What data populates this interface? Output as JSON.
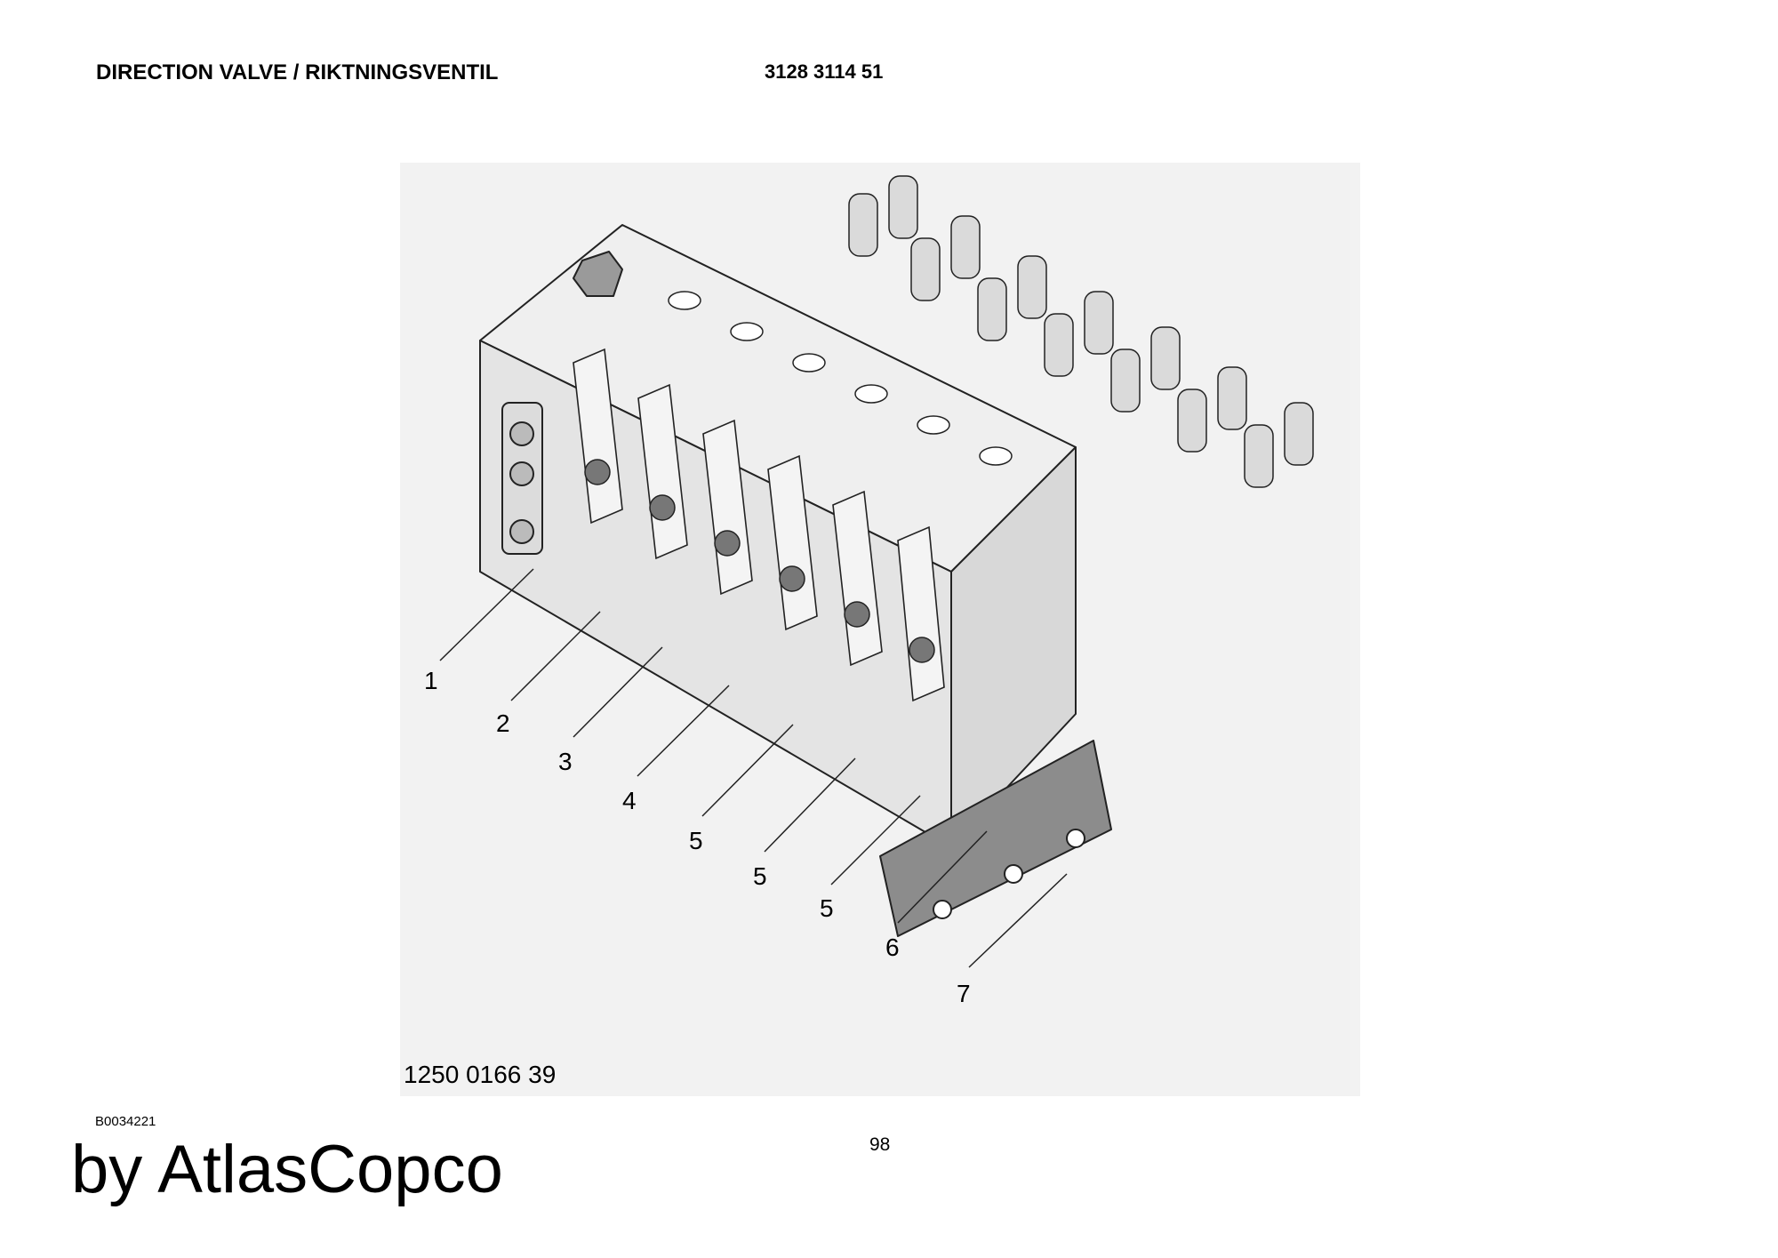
{
  "header": {
    "title": "DIRECTION VALVE / RIKTNINGSVENTIL",
    "part_number": "3128 3114 51"
  },
  "figure": {
    "drawing_number": "1250 0166 39",
    "callouts": [
      "1",
      "2",
      "3",
      "4",
      "5",
      "5",
      "5",
      "6",
      "7"
    ]
  },
  "footer": {
    "reference_code": "B0034221",
    "page_number": "98",
    "brand": "by AtlasCopco"
  },
  "colors": {
    "body_fill": "#e6e6e6",
    "figure_background": "#f2f2f2",
    "line": "#222222",
    "bracket": "#8c8c8c"
  }
}
